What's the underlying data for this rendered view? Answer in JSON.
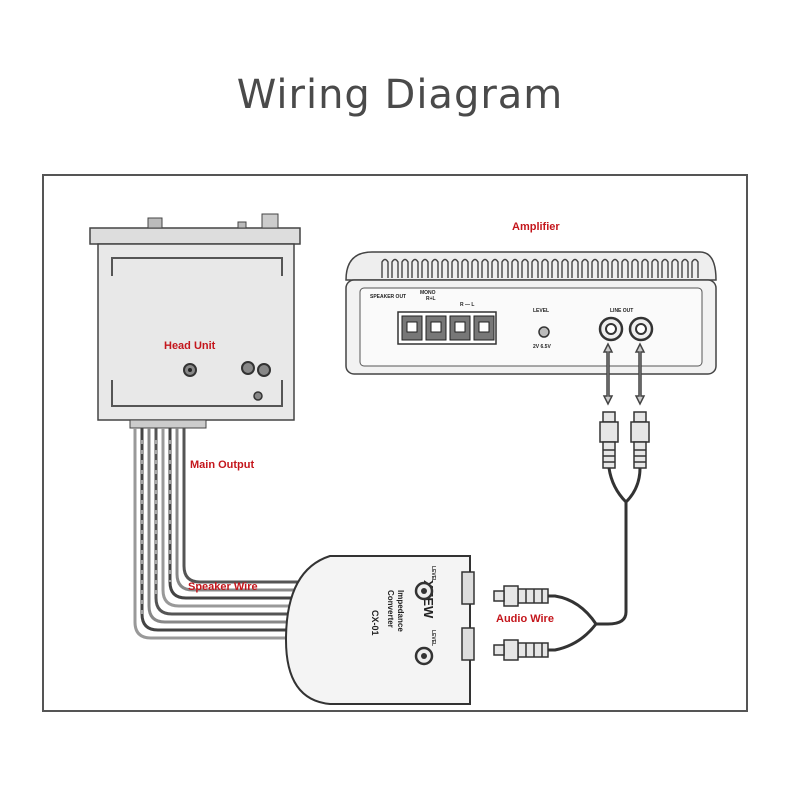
{
  "title": "Wiring Diagram",
  "labels": {
    "head_unit": "Head Unit",
    "amplifier": "Amplifier",
    "main_output": "Main Output",
    "speaker_wire": "Speaker Wire",
    "audio_wire": "Audio Wire"
  },
  "amplifier_panel": {
    "speaker_out": "SPEAKER OUT",
    "mono": "MONO",
    "rl_top": "R+L",
    "rl_bottom": "R — L",
    "level": "LEVEL",
    "level_range": "2V  6.5V",
    "line_out": "LINE OUT"
  },
  "converter": {
    "brand": "XEEW",
    "line1": "Impedance",
    "line2": "Converter",
    "model": "CX-01",
    "level_label": "LEVEL"
  },
  "colors": {
    "label_red": "#c4161c",
    "line": "#333333",
    "title": "#4a4a4a"
  }
}
